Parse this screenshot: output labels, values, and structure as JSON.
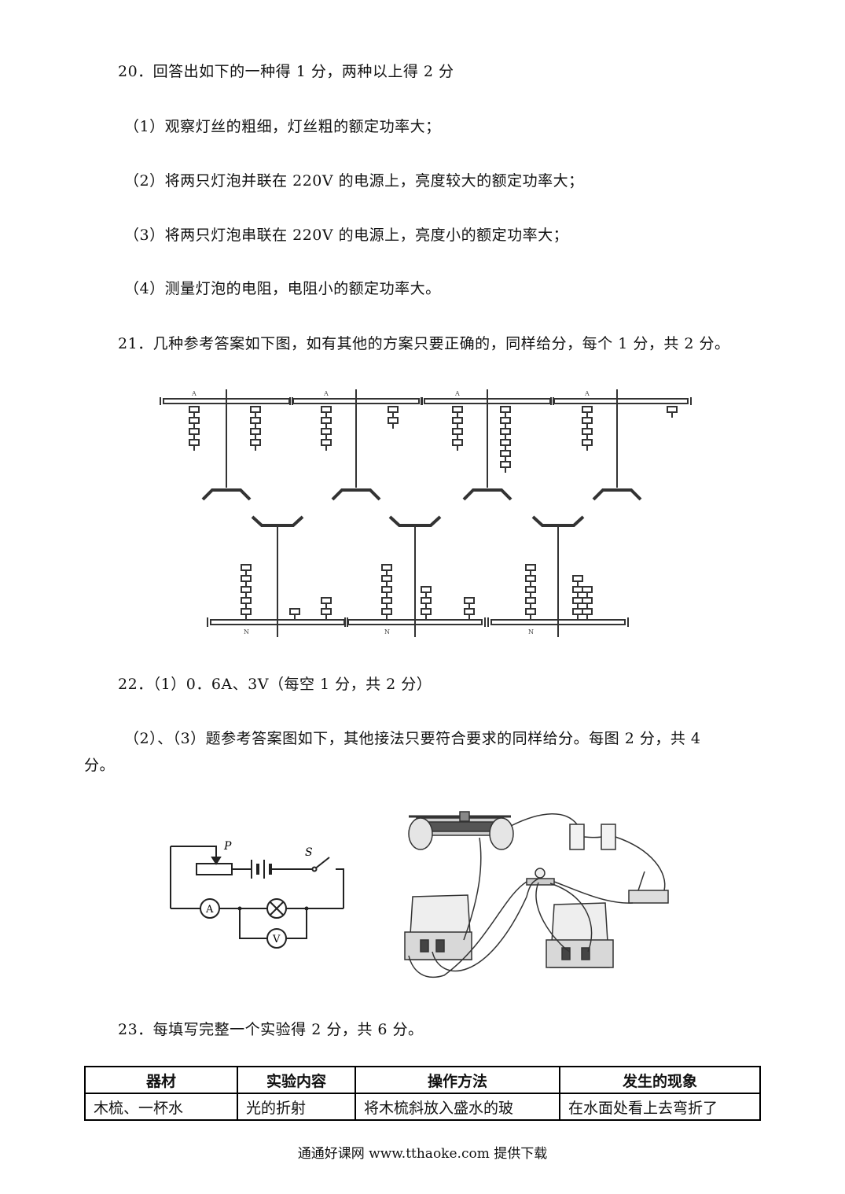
{
  "q20": {
    "header": "20．回答出如下的一种得 1 分，两种以上得 2 分",
    "items": [
      "（1）观察灯丝的粗细，灯丝粗的额定功率大；",
      "（2）将两只灯泡并联在 220V 的电源上，亮度较大的额定功率大；",
      "（3）将两只灯泡串联在 220V 的电源上，亮度小的额定功率大；",
      "（4）测量灯泡的电阻，电阻小的额定功率大。"
    ]
  },
  "q21": {
    "header": "21．几种参考答案如下图，如有其他的方案只要正确的，同样给分，每个 1 分，共 2 分。",
    "lever_label": "A",
    "lever_label_bottom": "N"
  },
  "q22": {
    "line1": "22．（1）0．6A、3V（每空 1 分，共 2 分）",
    "line2": "（2）、（3）题参考答案图如下，其他接法只要符合要求的同样给分。每图 2 分，共 4",
    "line3": "分。",
    "circuit_labels": {
      "slider": "P",
      "switch": "S",
      "ammeter": "A",
      "voltmeter": "V"
    }
  },
  "q23": {
    "header": "23．每填写完整一个实验得 2 分，共 6 分。",
    "table": {
      "headers": [
        "器材",
        "实验内容",
        "操作方法",
        "发生的现象"
      ],
      "rows": [
        [
          "木梳、一杯水",
          "光的折射",
          "将木梳斜放入盛水的玻",
          "在水面处看上去弯折了"
        ]
      ]
    }
  },
  "footer": "通通好课网 www.tthaoke.com 提供下载"
}
